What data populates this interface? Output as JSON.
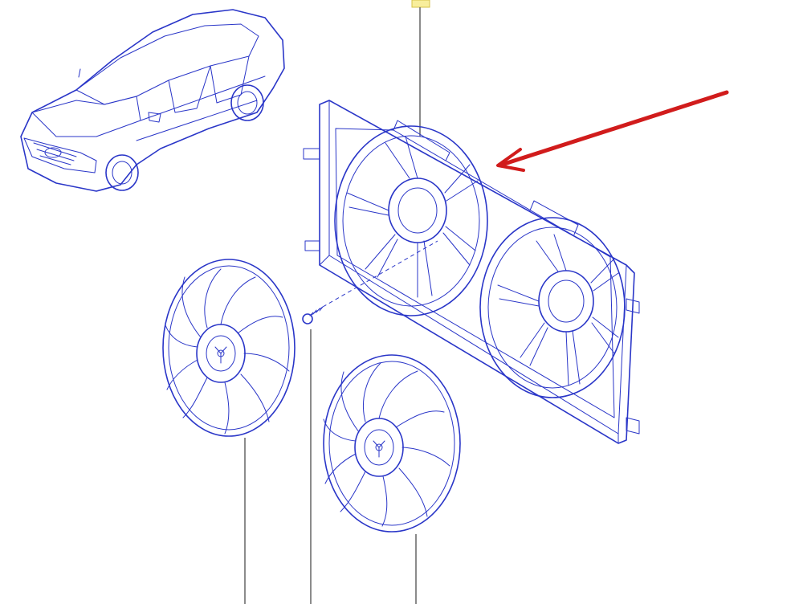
{
  "diagram": {
    "colors": {
      "line": "#2a36c8",
      "leader": "#6e6e6e",
      "callout_arrow": "#d11c1c",
      "tag_fill": "#f8ee9c",
      "background": "#ffffff"
    },
    "parts": [
      {
        "name": "vehicle-silhouette"
      },
      {
        "name": "fan-shroud-frame"
      },
      {
        "name": "fan-blade-left"
      },
      {
        "name": "fan-blade-right"
      },
      {
        "name": "mounting-screw"
      }
    ],
    "callout": {
      "icon": "red-arrow-icon",
      "points_to": "fan-shroud-frame"
    }
  }
}
